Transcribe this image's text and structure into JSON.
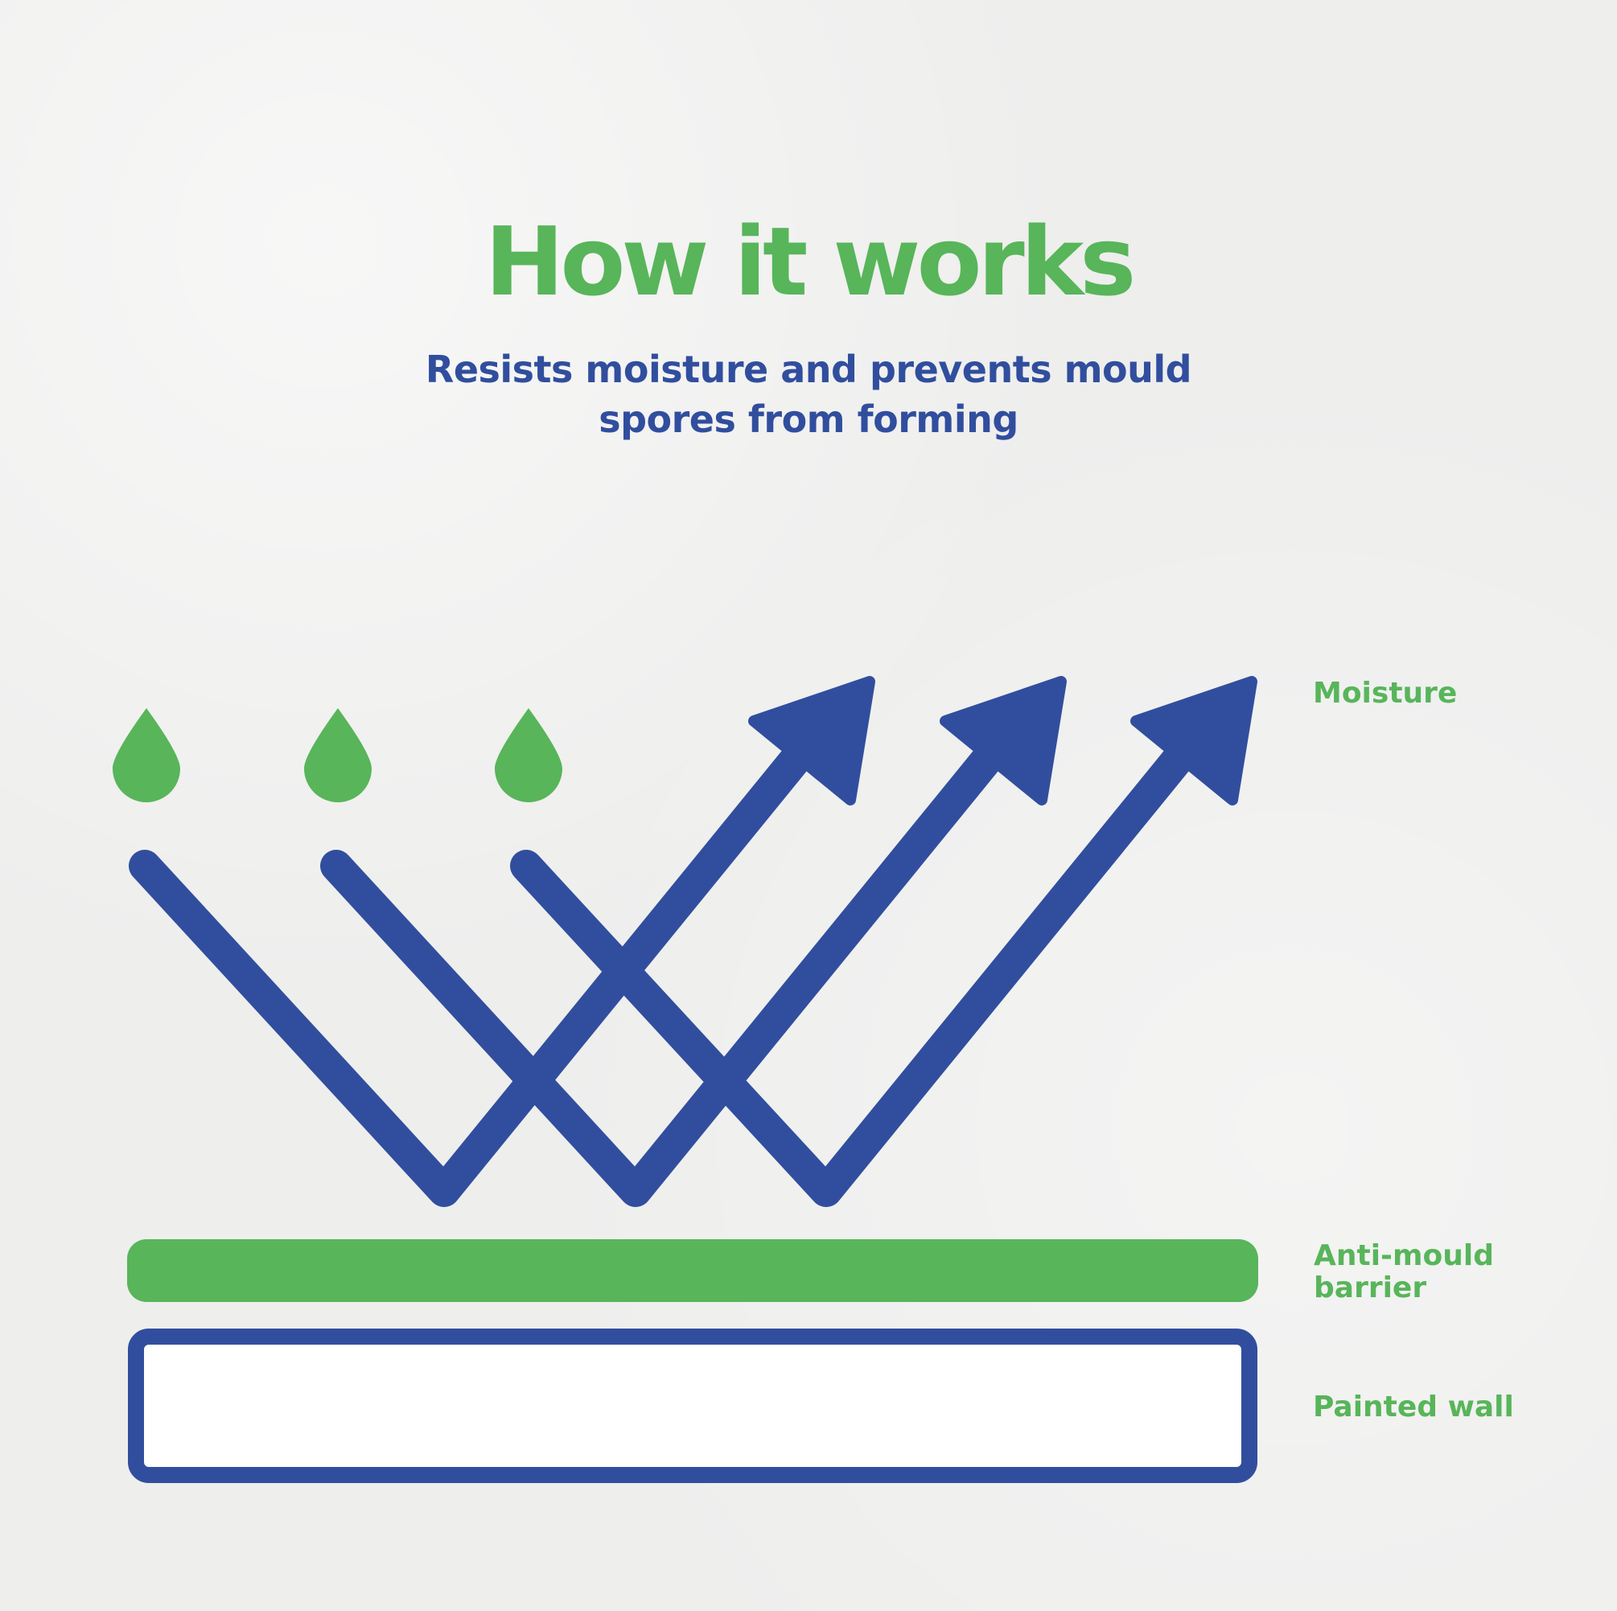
{
  "heading": {
    "title": "How it works",
    "subtitle": "Resists moisture and  prevents mould spores from forming"
  },
  "labels": {
    "moisture": "Moisture",
    "barrier": "Anti-mould barrier",
    "wall": "Painted wall"
  },
  "colors": {
    "green": "#58b55a",
    "blue": "#314e9e",
    "background": "#eeeeed",
    "wall_fill": "#ffffff"
  },
  "icons": {
    "droplets": "water-drop-icon",
    "arrows": "deflection-arrow-icon"
  }
}
